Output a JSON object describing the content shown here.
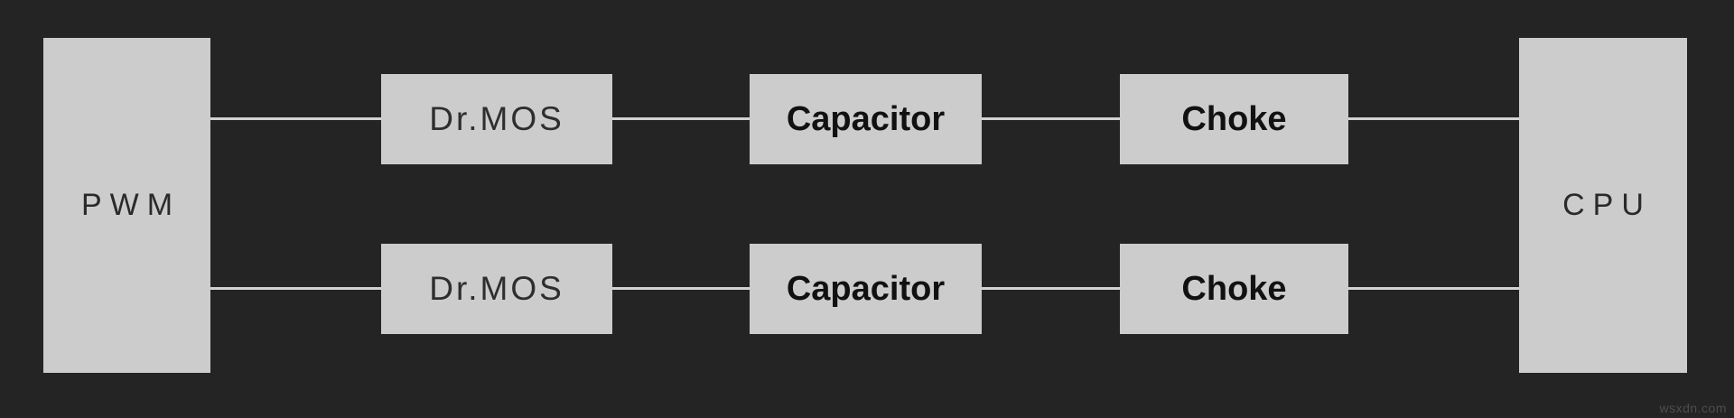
{
  "diagram": {
    "description": "CPU power delivery phase diagram",
    "nodes": {
      "pwm": {
        "label": "PWM"
      },
      "cpu": {
        "label": "CPU"
      }
    },
    "phases": [
      {
        "drmos": "Dr.MOS",
        "capacitor": "Capacitor",
        "choke": "Choke"
      },
      {
        "drmos": "Dr.MOS",
        "capacitor": "Capacitor",
        "choke": "Choke"
      }
    ],
    "connections": [
      "PWM-Dr.MOS phase1",
      "Dr.MOS-Capacitor phase1",
      "Capacitor-Choke phase1",
      "Choke-CPU phase1",
      "PWM-Dr.MOS phase2",
      "Dr.MOS-Capacitor phase2",
      "Capacitor-Choke phase2",
      "Choke-CPU phase2"
    ],
    "colors": {
      "background": "#242424",
      "block_fill": "#cccccc",
      "block_text": "#222222",
      "line": "#d2d2d2",
      "watermark_text": "#4d4d4d"
    },
    "watermark": "wsxdn.com"
  }
}
